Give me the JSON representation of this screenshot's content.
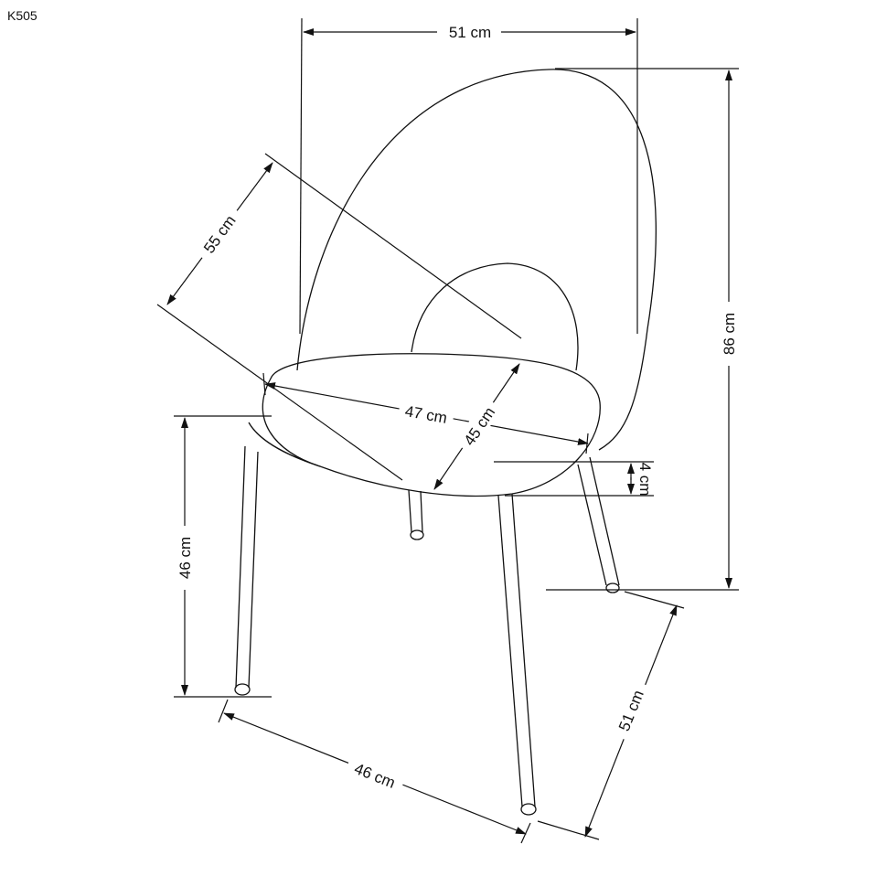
{
  "model": "K505",
  "dimensions": {
    "width_top": "51 cm",
    "height_total": "86 cm",
    "backrest_diag": "55 cm",
    "seat_width": "47 cm",
    "seat_depth": "45 cm",
    "seat_thickness": "4 cm",
    "seat_height": "46 cm",
    "base_width": "46 cm",
    "base_depth": "51 cm"
  },
  "colors": {
    "line": "#111111",
    "background": "#ffffff"
  }
}
